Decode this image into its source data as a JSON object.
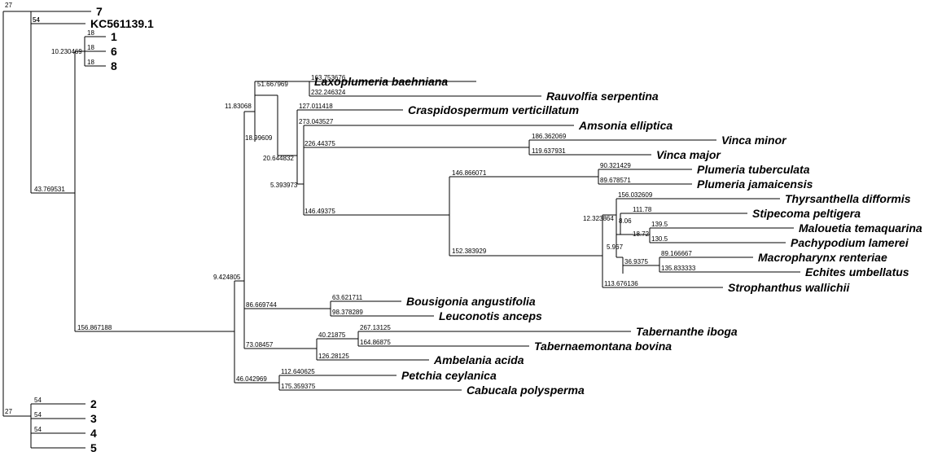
{
  "tree": {
    "branch_lengths": {
      "outer_top": "27",
      "n7": "54",
      "a_group": "43.769531",
      "kc": "54",
      "h": "10.230469",
      "t1": "18",
      "t6": "18",
      "t8": "18",
      "b": "156.867188",
      "c": "9.424805",
      "d": "11.83068",
      "e": "18.99609",
      "f": "51.667969",
      "laxo": "163.753676",
      "rauv": "232.246324",
      "g": "20.644832",
      "cras": "127.011418",
      "i": "5.393973",
      "amso": "273.043527",
      "j": "226.44375",
      "vmin": "186.362069",
      "vmaj": "119.637931",
      "k": "146.49375",
      "l": "146.866071",
      "ptub": "90.321429",
      "pjam": "89.678571",
      "m": "152.383929",
      "n": "12.323864",
      "thyr": "156.032609",
      "o": "8.06",
      "stip": "111.78",
      "p": "18.72",
      "malo": "139.5",
      "pach": "130.5",
      "q": "5.967",
      "r": "36.9375",
      "macr": "89.166667",
      "echi": "135.833333",
      "stro": "113.676136",
      "s": "86.669744",
      "bous": "63.621711",
      "leuc": "98.378289",
      "t": "73.08457",
      "u": "40.21875",
      "tabi": "267.13125",
      "tabb": "164.86875",
      "ambe": "126.28125",
      "v": "46.042969",
      "petc": "112.640625",
      "cabu": "175.359375",
      "outer_bottom": "27",
      "n2": "54",
      "n3": "54",
      "n4": "54"
    },
    "tips": {
      "t7": "7",
      "kc": "KC561139.1",
      "t1": "1",
      "t6": "6",
      "t8": "8",
      "laxo": "Laxoplumeria baehniana",
      "rauv": "Rauvolfia serpentina",
      "cras": "Craspidospermum verticillatum",
      "amso": "Amsonia elliptica",
      "vmin": "Vinca minor",
      "vmaj": "Vinca major",
      "ptub": "Plumeria tuberculata",
      "pjam": "Plumeria jamaicensis",
      "thyr": "Thyrsanthella difformis",
      "stip": "Stipecoma peltigera",
      "malo": "Malouetia temaquarina",
      "pach": "Pachypodium lamerei",
      "macr": "Macropharynx renteriae",
      "echi": "Echites umbellatus",
      "stro": "Strophanthus wallichii",
      "bous": "Bousigonia angustifolia",
      "leuc": "Leuconotis anceps",
      "tabi": "Tabernanthe iboga",
      "tabb": "Tabernaemontana bovina",
      "ambe": "Ambelania acida",
      "petc": "Petchia ceylanica",
      "cabu": "Cabucala polysperma",
      "t2": "2",
      "t3": "3",
      "t4": "4",
      "t5": "5"
    }
  }
}
